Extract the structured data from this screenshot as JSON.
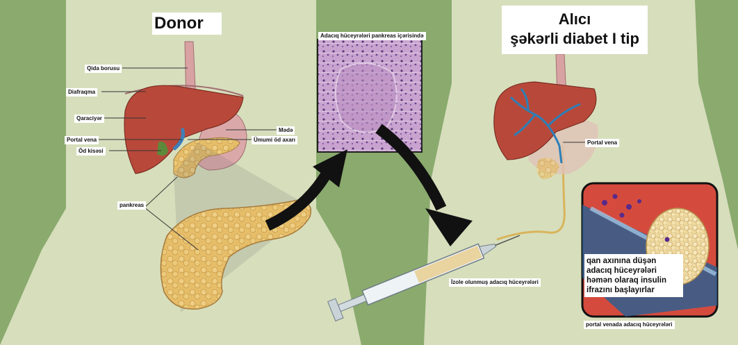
{
  "titles": {
    "donor": "Donor",
    "recipient_line1": "Alıcı",
    "recipient_line2": "şəkərli diabet I tip"
  },
  "donor_labels": {
    "esophagus": "Qida borusu",
    "diaphragm": "Diafraqma",
    "liver": "Qaraciyər",
    "portal_vein": "Portal vena",
    "gallbladder": "Öd kisəsi",
    "stomach": "Mədə",
    "bile_duct": "Ümumi öd axarı",
    "pancreas": "pankreas"
  },
  "micrograph_label": "Adacıq hüceyrələri pankreas içərisində",
  "syringe_label": "İzole olunmuş adacıq hüceyrələri",
  "recipient_labels": {
    "portal_vein": "Portal vena"
  },
  "inset": {
    "caption_line1": "qan axınına düşən",
    "caption_line2": "adacıq hüceyrələri",
    "caption_line3": "həmən olaraq insulin",
    "caption_line4": "ifrazını başlayırlar",
    "bottom_label": "portal venada adacıq hüceyrələri"
  },
  "colors": {
    "background": "#8aaa6e",
    "body_silhouette": "#dfe3c4",
    "liver": "#b8493a",
    "pancreas": "#e4bd6a",
    "stomach": "#d9a6a8",
    "vein_blue": "#2d7fb8",
    "inset_red": "#d44b3e"
  }
}
